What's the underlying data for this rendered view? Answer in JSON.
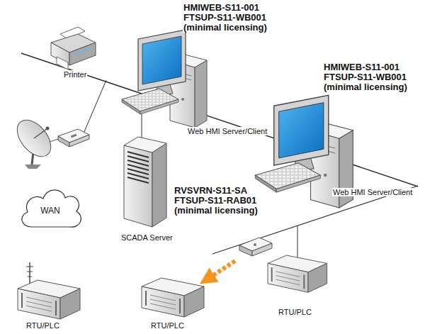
{
  "diagram": {
    "nodes": [
      {
        "text": [
          "Printer"
        ]
      },
      {
        "text": [
          "HMIWEB-S11-001",
          "FTSUP-S11-WB001",
          "(minimal licensing)",
          "Web HMI Server/Client"
        ]
      },
      {
        "text": [
          "HMIWEB-S11-001",
          "FTSUP-S11-WB001",
          "(minimal licensing)",
          "Web HMI Server/Client"
        ]
      },
      {
        "text": [
          "RVSVRN-S11-SA",
          "FTSUP-S11-RAB01",
          "(minimal licensing)",
          "SCADA Server"
        ]
      },
      {
        "text": [
          "WAN"
        ]
      },
      {
        "text": [
          "RTU/PLC"
        ]
      },
      {
        "text": [
          "RTU/PLC"
        ]
      },
      {
        "text": [
          "RTU/PLC"
        ]
      }
    ]
  }
}
